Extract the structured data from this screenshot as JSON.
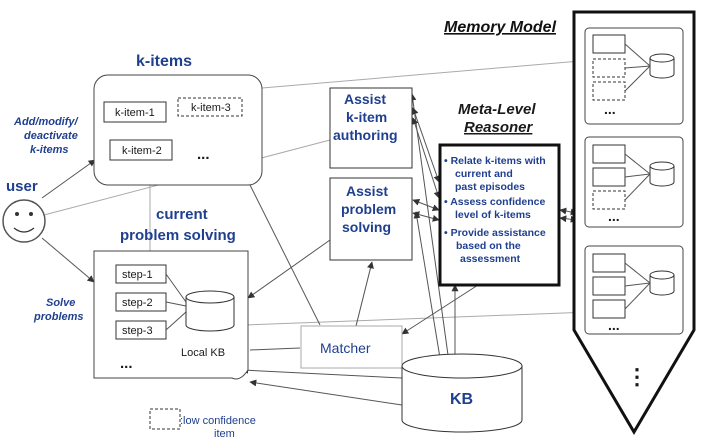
{
  "titles": {
    "memory_model": "Memory Model",
    "k_items": "k-items",
    "meta_level_line1": "Meta-Level",
    "meta_level_line2": "Reasoner",
    "current_line1": "current",
    "current_line2": "problem solving"
  },
  "labels": {
    "user": "user",
    "add_modify_1": "Add/modify/",
    "add_modify_2": "deactivate",
    "add_modify_3": "k-items",
    "solve_1": "Solve",
    "solve_2": "problems",
    "local_kb": "Local KB",
    "kb": "KB",
    "matcher": "Matcher",
    "ellipsis": "..."
  },
  "k_items": {
    "item1": "k-item-1",
    "item2": "k-item-2",
    "item3": "k-item-3",
    "more": "..."
  },
  "steps": {
    "step1": "step-1",
    "step2": "step-2",
    "step3": "step-3",
    "more": "..."
  },
  "assist_authoring": {
    "line1": "Assist",
    "line2": "k-item",
    "line3": "authoring"
  },
  "assist_solving": {
    "line1": "Assist",
    "line2": "problem",
    "line3": "solving"
  },
  "reasoner_bullets": {
    "b1_l1": "• Relate k-items with",
    "b1_l2": "current and",
    "b1_l3": "past episodes",
    "b2_l1": "• Assess confidence",
    "b2_l2": "level of k-items",
    "b3_l1": "• Provide assistance",
    "b3_l2": "based on the",
    "b3_l3": "assessment"
  },
  "legend": {
    "line1": ":low confidence",
    "line2": "item"
  },
  "memory": {
    "dots": "...",
    "vertical_dots": "⋮"
  },
  "colors": {
    "blue_text": "#1f3f8f",
    "line": "#555555",
    "light_line": "#aaaaaa"
  }
}
